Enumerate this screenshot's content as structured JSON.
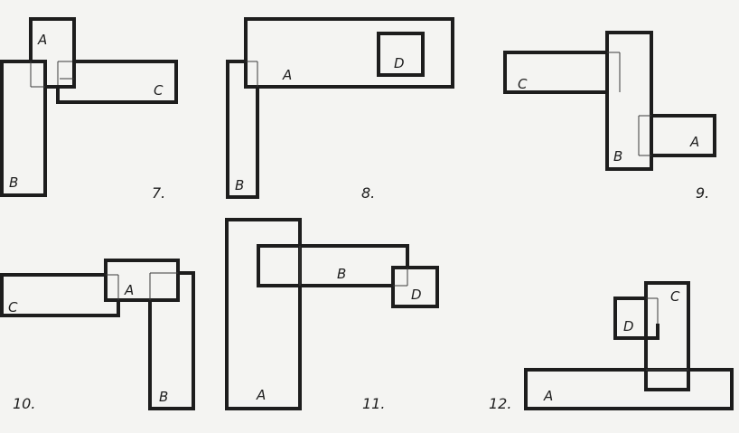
{
  "figure": {
    "background": "#f4f4f2",
    "ink": "#1d1d1d",
    "figures": [
      {
        "number": "7.",
        "labels": {
          "A": "A",
          "B": "B",
          "C": "C"
        }
      },
      {
        "number": "8.",
        "labels": {
          "A": "A",
          "B": "B",
          "D": "D"
        }
      },
      {
        "number": "9.",
        "labels": {
          "A": "A",
          "B": "B",
          "C": "C"
        }
      },
      {
        "number": "10.",
        "labels": {
          "A": "A",
          "B": "B",
          "C": "C"
        }
      },
      {
        "number": "11.",
        "labels": {
          "A": "A",
          "B": "B",
          "D": "D"
        }
      },
      {
        "number": "12.",
        "labels": {
          "A": "A",
          "C": "C",
          "D": "D"
        }
      }
    ]
  }
}
